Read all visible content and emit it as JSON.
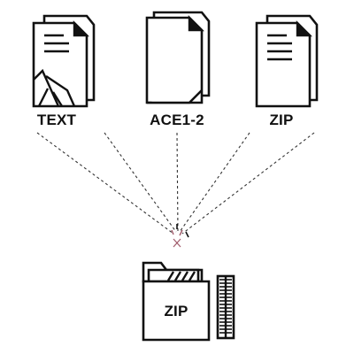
{
  "sources": [
    {
      "id": "text",
      "label": "TEXT",
      "icon": "text-document-icon"
    },
    {
      "id": "ace",
      "label": "ACE1-2",
      "icon": "blank-document-stack-icon"
    },
    {
      "id": "zip",
      "label": "ZIP",
      "icon": "text-document-icon"
    }
  ],
  "target": {
    "label": "ZIP",
    "icon": "zip-archive-folder-icon",
    "side_icon": "zipper-icon"
  },
  "colors": {
    "ink": "#111111",
    "ray": "#333333",
    "spark": "#a05a6a"
  }
}
